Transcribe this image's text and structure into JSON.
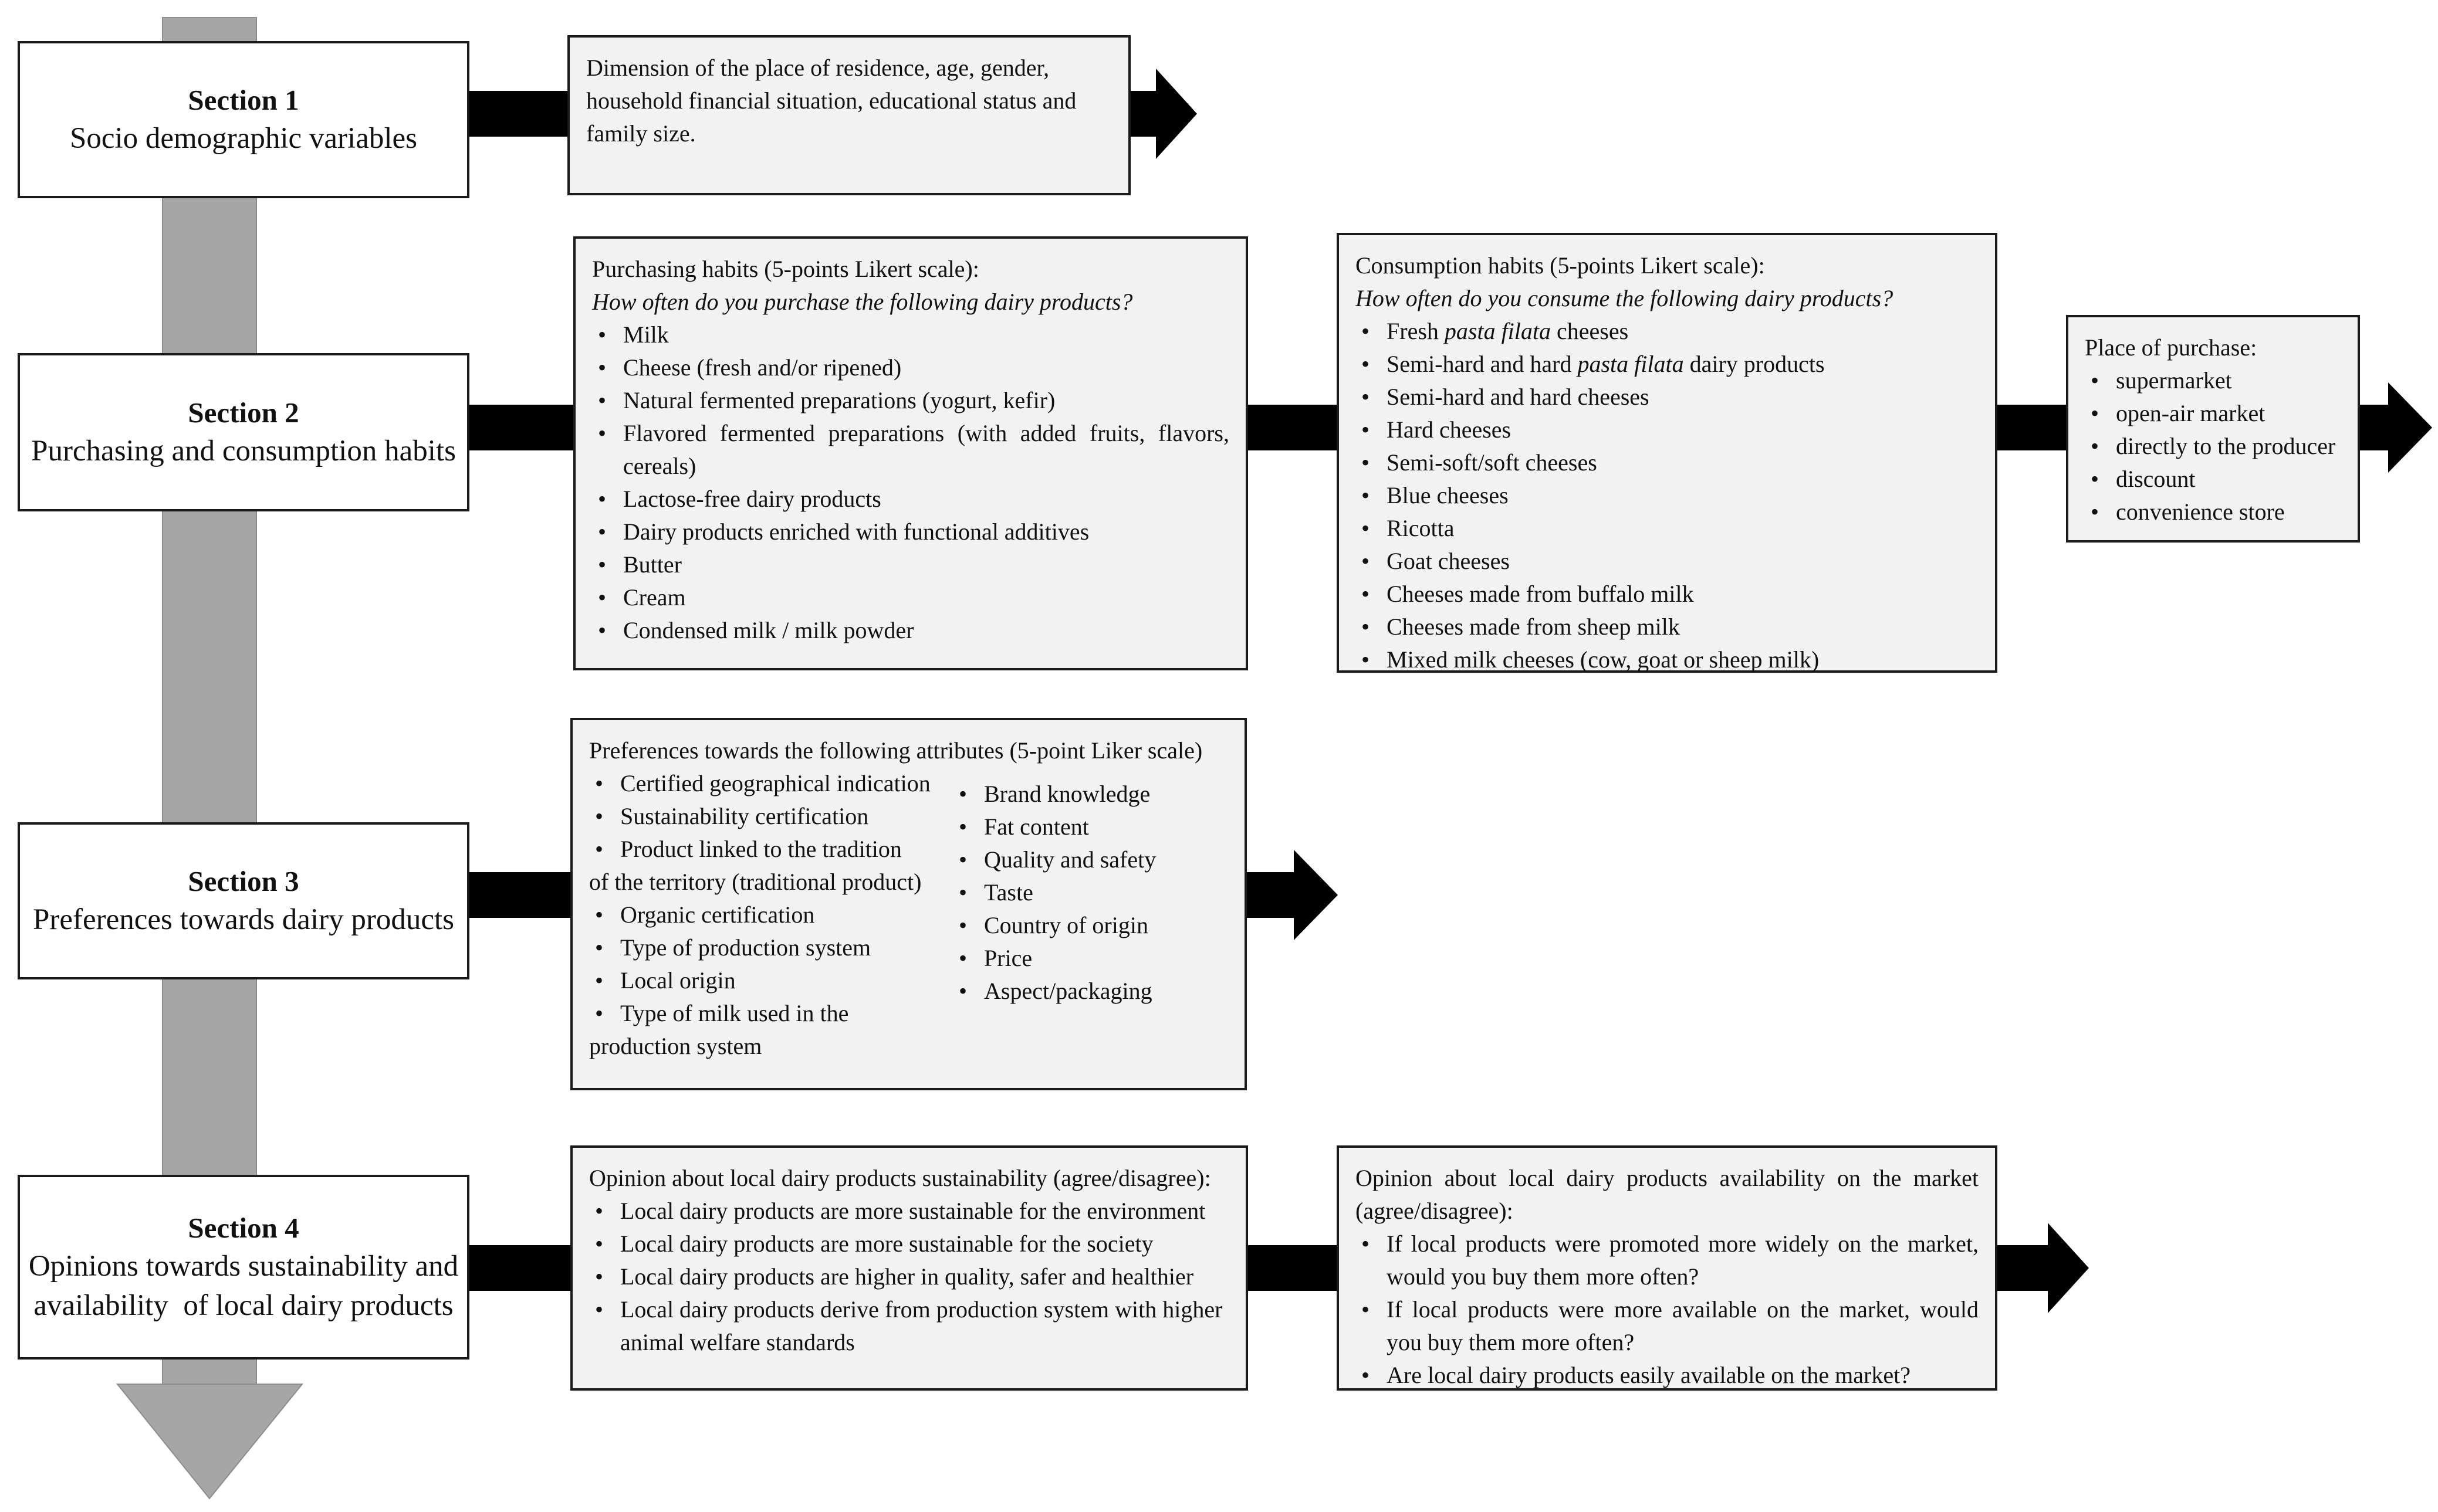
{
  "sections": [
    {
      "title": "Section 1",
      "subtitle": [
        "Socio demographic variables"
      ]
    },
    {
      "title": "Section 2",
      "subtitle": [
        "Purchasing and consumption habits"
      ]
    },
    {
      "title": "Section 3",
      "subtitle": [
        "Preferences towards dairy products"
      ]
    },
    {
      "title": "Section 4",
      "subtitle": [
        "Opinions towards sustainability and",
        "availability  of local dairy products"
      ]
    }
  ],
  "s1_box": {
    "text": "Dimension of the place of residence, age, gender, household financial situation, educational status and family size."
  },
  "purchasing": {
    "heading": "Purchasing habits (5-points Likert scale):",
    "question": "How often do you purchase the following dairy products?",
    "items": [
      "Milk",
      "Cheese (fresh and/or ripened)",
      "Natural fermented preparations (yogurt, kefir)",
      "Flavored fermented preparations (with added fruits, flavors, cereals)",
      "Lactose-free dairy products",
      "Dairy products enriched with functional additives",
      "Butter",
      "Cream",
      "Condensed milk / milk powder"
    ]
  },
  "consumption": {
    "heading": "Consumption habits (5-points Likert scale):",
    "question": "How often do you consume the following dairy products?",
    "item1": {
      "pre": "Fresh ",
      "em": "pasta filata",
      "post": " cheeses"
    },
    "item2": {
      "pre": "Semi-hard and hard ",
      "em": "pasta filata",
      "post": " dairy products"
    },
    "items": [
      "Semi-hard and hard cheeses",
      "Hard cheeses",
      "Semi-soft/soft cheeses",
      "Blue cheeses",
      "Ricotta",
      "Goat cheeses",
      "Cheeses made from buffalo milk",
      "Cheeses made from sheep milk",
      "Mixed milk cheeses (cow, goat or sheep milk)"
    ]
  },
  "place": {
    "heading": "Place of purchase:",
    "items": [
      "supermarket",
      "open-air market",
      "directly to the producer",
      "discount",
      "convenience store"
    ]
  },
  "preferences": {
    "heading": "Preferences towards the following attributes (5-point Liker scale)",
    "col1": [
      "Certified geographical indication",
      "Sustainability certification",
      "Product linked to the tradition",
      "Organic certification",
      "Type of production system",
      "Local origin",
      "Type of milk used in the"
    ],
    "col1_cont": [
      "of the territory (traditional product)",
      "production system"
    ],
    "col2": [
      "Brand knowledge",
      "Fat content",
      "Quality and safety",
      "Taste",
      "Country of origin",
      "Price",
      "Aspect/packaging"
    ]
  },
  "sustainability": {
    "heading": "Opinion about local dairy products sustainability (agree/disagree):",
    "items": [
      "Local dairy products are more sustainable for the environment",
      "Local dairy products are more sustainable for the society",
      "Local dairy products are higher in quality, safer and healthier",
      "Local dairy products derive from production system with higher animal welfare standards"
    ]
  },
  "availability": {
    "heading": "Opinion about local dairy products availability on the market (agree/disagree):",
    "items": [
      "If local products were promoted more widely on the market, would you buy them more often?",
      "If local products were more available on the market, would you buy them more often?",
      "Are local dairy products easily available on the market?"
    ]
  }
}
